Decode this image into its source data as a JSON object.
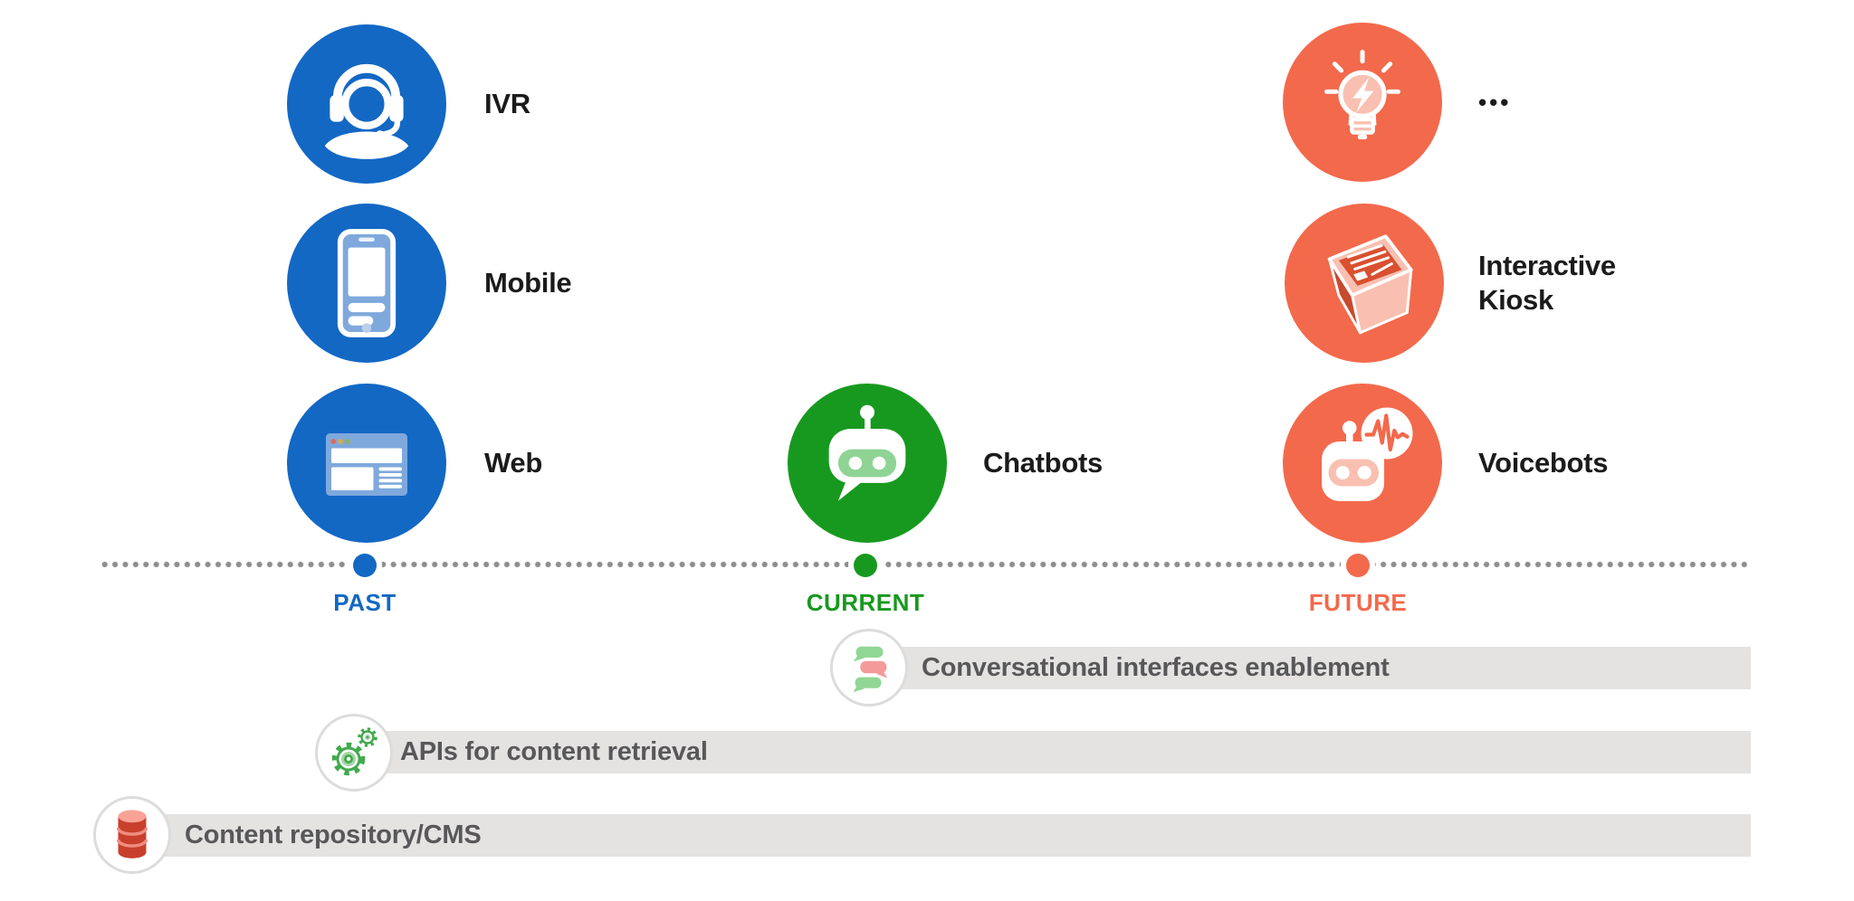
{
  "palette": {
    "blue": "#1368c4",
    "light_blue": "#7fa9dc",
    "green": "#17991f",
    "light_green": "#8fd494",
    "orange": "#f3694c",
    "light_orange": "#f9c0b1",
    "bar_bg": "#e4e3e2",
    "bar_text": "#58585a",
    "dot_gray": "#8e8e8e",
    "label_black": "#1b1b1b",
    "circle_border": "#dcdcdc",
    "db_red": "#c8402c",
    "db_pink": "#f9a396",
    "db_stripe": "#ef8d7e",
    "bubble_green": "#90d694",
    "bubble_pink": "#f49a9b",
    "gear_green": "#43a94e",
    "browser_dot_red": "#d96a5a",
    "browser_dot_yellow": "#dfa942",
    "browser_dot_green": "#90b05f",
    "kiosk_dark": "#d9502f",
    "kiosk_side": "#c84a2e"
  },
  "timeline": {
    "phases": [
      {
        "id": "past",
        "label": "PAST",
        "color": "#1368c4"
      },
      {
        "id": "current",
        "label": "CURRENT",
        "color": "#17991f"
      },
      {
        "id": "future",
        "label": "FUTURE",
        "color": "#f3694c"
      }
    ]
  },
  "channels": [
    {
      "phase": "past",
      "label": "IVR",
      "icon": "headset-agent-icon"
    },
    {
      "phase": "past",
      "label": "Mobile",
      "icon": "smartphone-icon"
    },
    {
      "phase": "past",
      "label": "Web",
      "icon": "browser-window-icon"
    },
    {
      "phase": "current",
      "label": "Chatbots",
      "icon": "chatbot-icon"
    },
    {
      "phase": "future",
      "label": "•••",
      "icon": "lightbulb-bolt-icon"
    },
    {
      "phase": "future",
      "label": "Interactive Kiosk",
      "icon": "interactive-kiosk-icon"
    },
    {
      "phase": "future",
      "label": "Voicebots",
      "icon": "voicebot-icon"
    }
  ],
  "layers": [
    {
      "label": "Conversational interfaces enablement",
      "icon": "chat-bubbles-icon"
    },
    {
      "label": "APIs for content retrieval",
      "icon": "gears-icon"
    },
    {
      "label": "Content repository/CMS",
      "icon": "database-icon"
    }
  ]
}
